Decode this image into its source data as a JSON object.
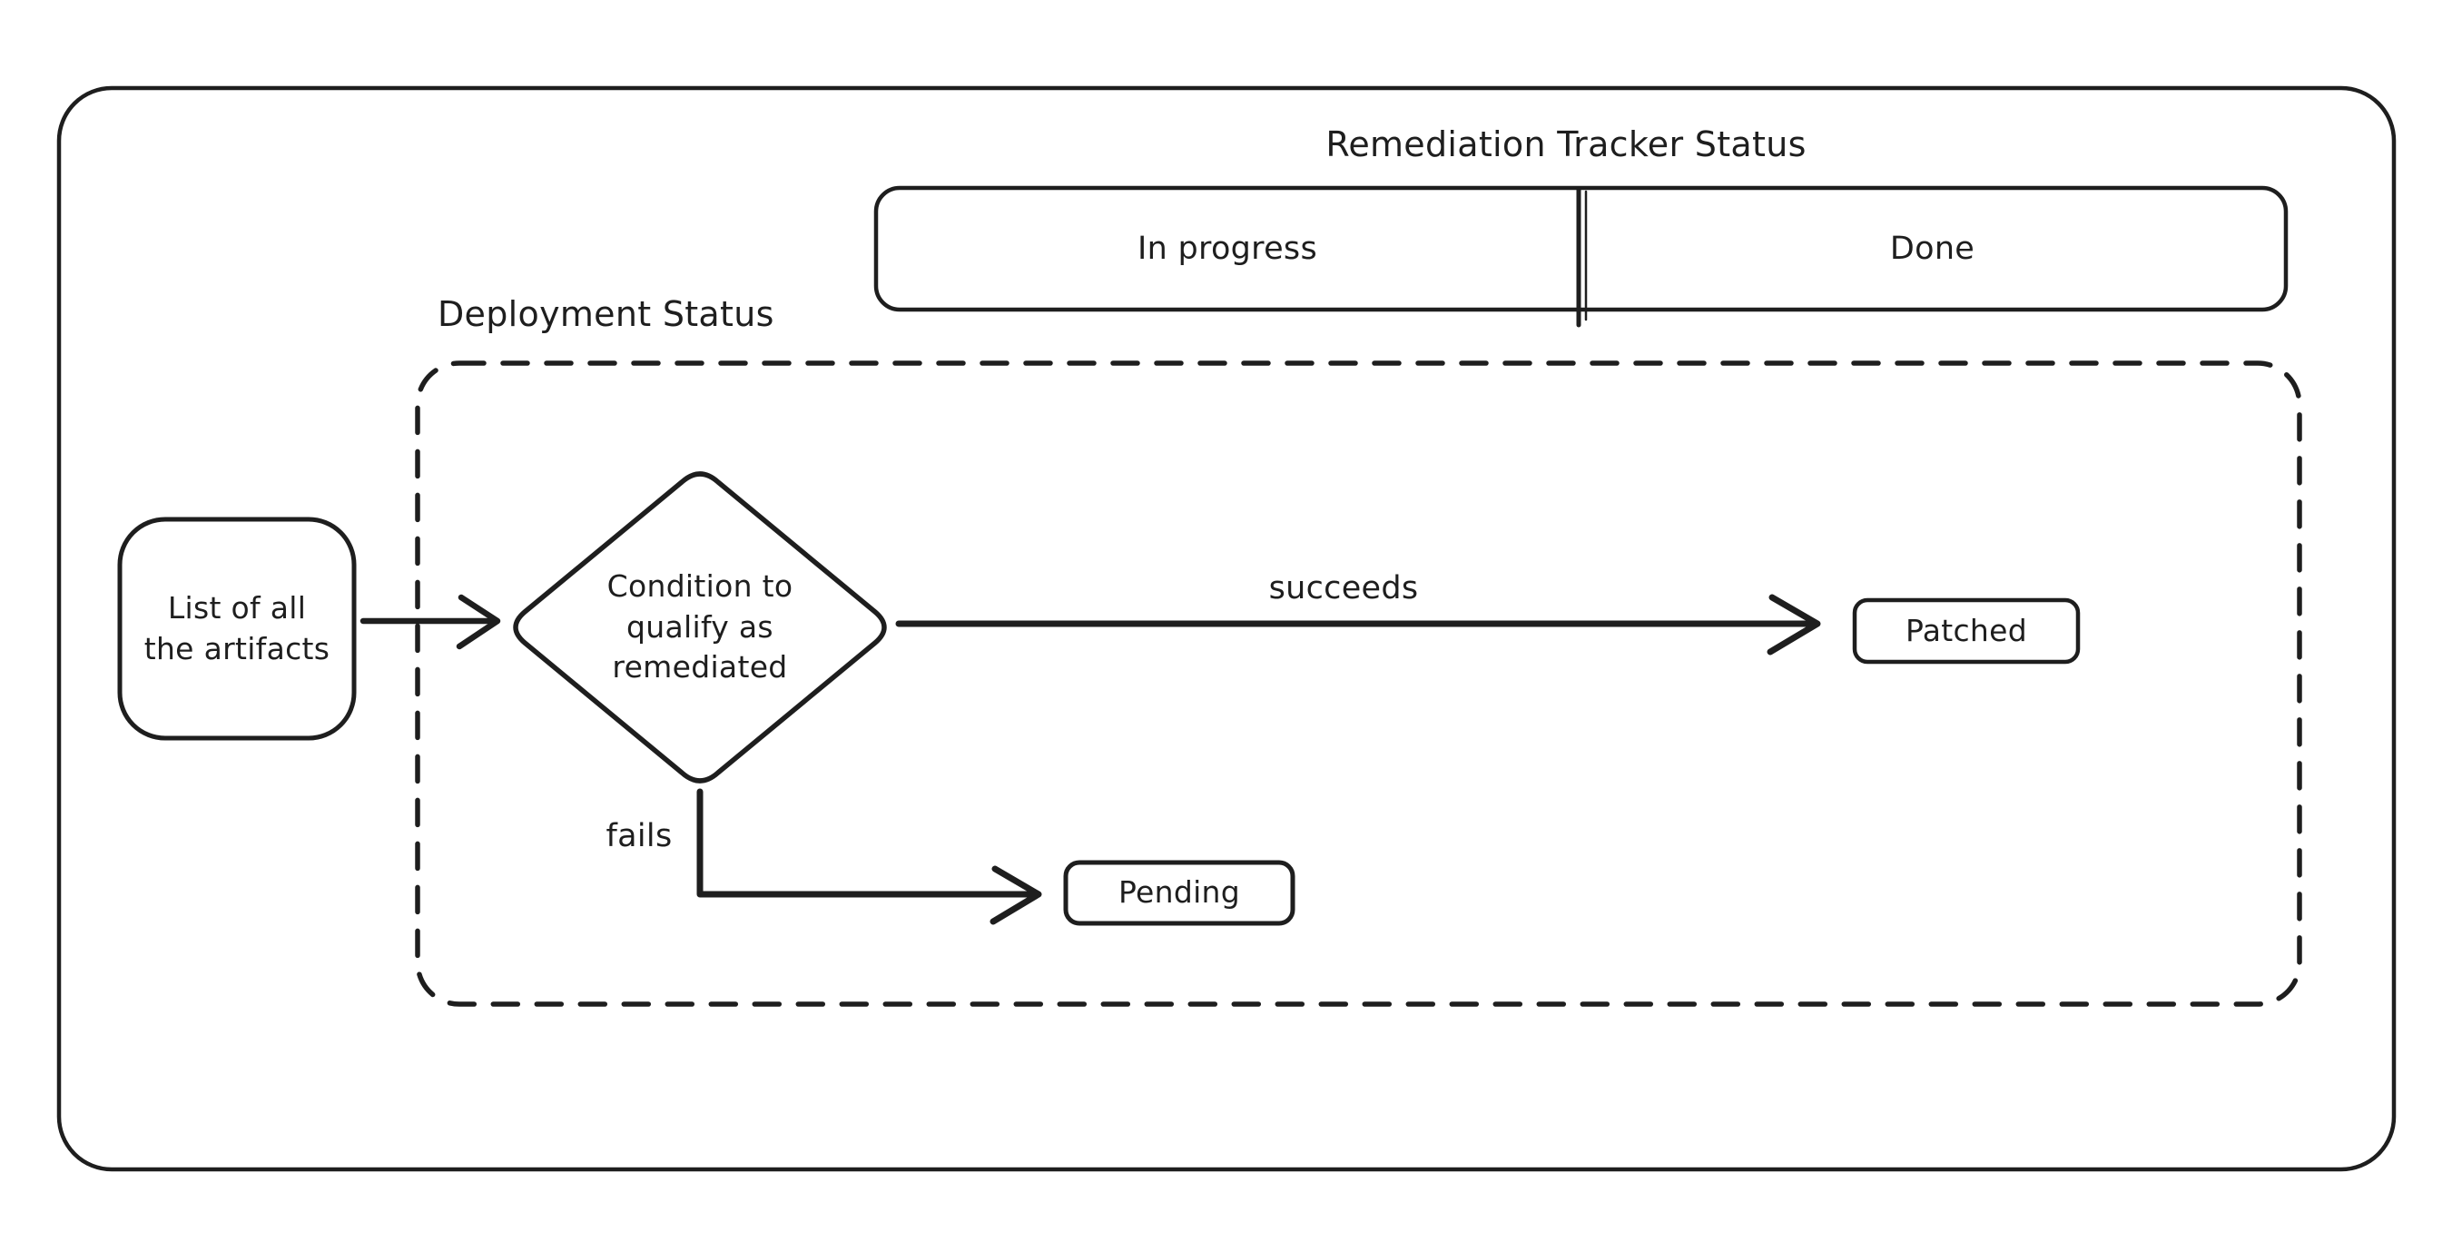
{
  "title": "Remediation Tracker Status",
  "tracker_bar": {
    "in_progress": "In progress",
    "done": "Done"
  },
  "deployment": {
    "label": "Deployment Status",
    "artifacts_node": "List of all\nthe artifacts",
    "condition_node": "Condition to\nqualify as\nremediated",
    "patched_node": "Patched",
    "pending_node": "Pending",
    "succeeds_edge": "succeeds",
    "fails_edge": "fails"
  },
  "colors": {
    "stroke": "#1e1e1e",
    "canvas_background": "#ffffff"
  }
}
